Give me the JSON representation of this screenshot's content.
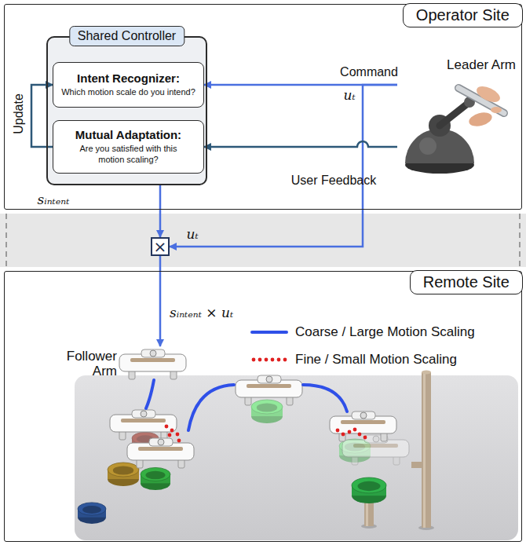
{
  "diagram": {
    "nodes": [
      {
        "text": [
          "Operator Site"
        ]
      },
      {
        "text": [
          "Shared Controller"
        ],
        "in": 0
      },
      {
        "text": [
          "Intent Recognizer:",
          "Which motion scale do you intend?"
        ],
        "in": 1
      },
      {
        "text": [
          "Mutual Adaptation:",
          "Are you satisfied with this motion scaling?"
        ],
        "in": 1
      },
      {
        "text": [
          "Leader Arm"
        ],
        "in": 0
      },
      {
        "text": [
          "×"
        ]
      },
      {
        "text": [
          "Remote Site"
        ]
      },
      {
        "text": [
          "Follower Arm"
        ],
        "in": 6
      }
    ],
    "edges": [
      {
        "from": 4,
        "to": 2,
        "arrow": "to",
        "label": "Command"
      },
      {
        "from": 4,
        "to": 5,
        "arrow": "to",
        "label": "uₜ"
      },
      {
        "from": 4,
        "to": 3,
        "arrow": "to",
        "label": "User Feedback"
      },
      {
        "from": 3,
        "to": 2,
        "arrow": "to",
        "label": "Update"
      },
      {
        "from": 1,
        "to": 5,
        "arrow": "to",
        "label": "sᵢₙₜₑₙₜ"
      },
      {
        "from": 5,
        "to": 7,
        "arrow": "to",
        "label": "sᵢₙₜₑₙₜ × uₜ"
      }
    ],
    "labels": [
      "uₜ"
    ],
    "legend": [
      {
        "text": "Coarse / Large Motion Scaling"
      },
      {
        "text": "Fine / Small Motion Scaling"
      }
    ]
  }
}
